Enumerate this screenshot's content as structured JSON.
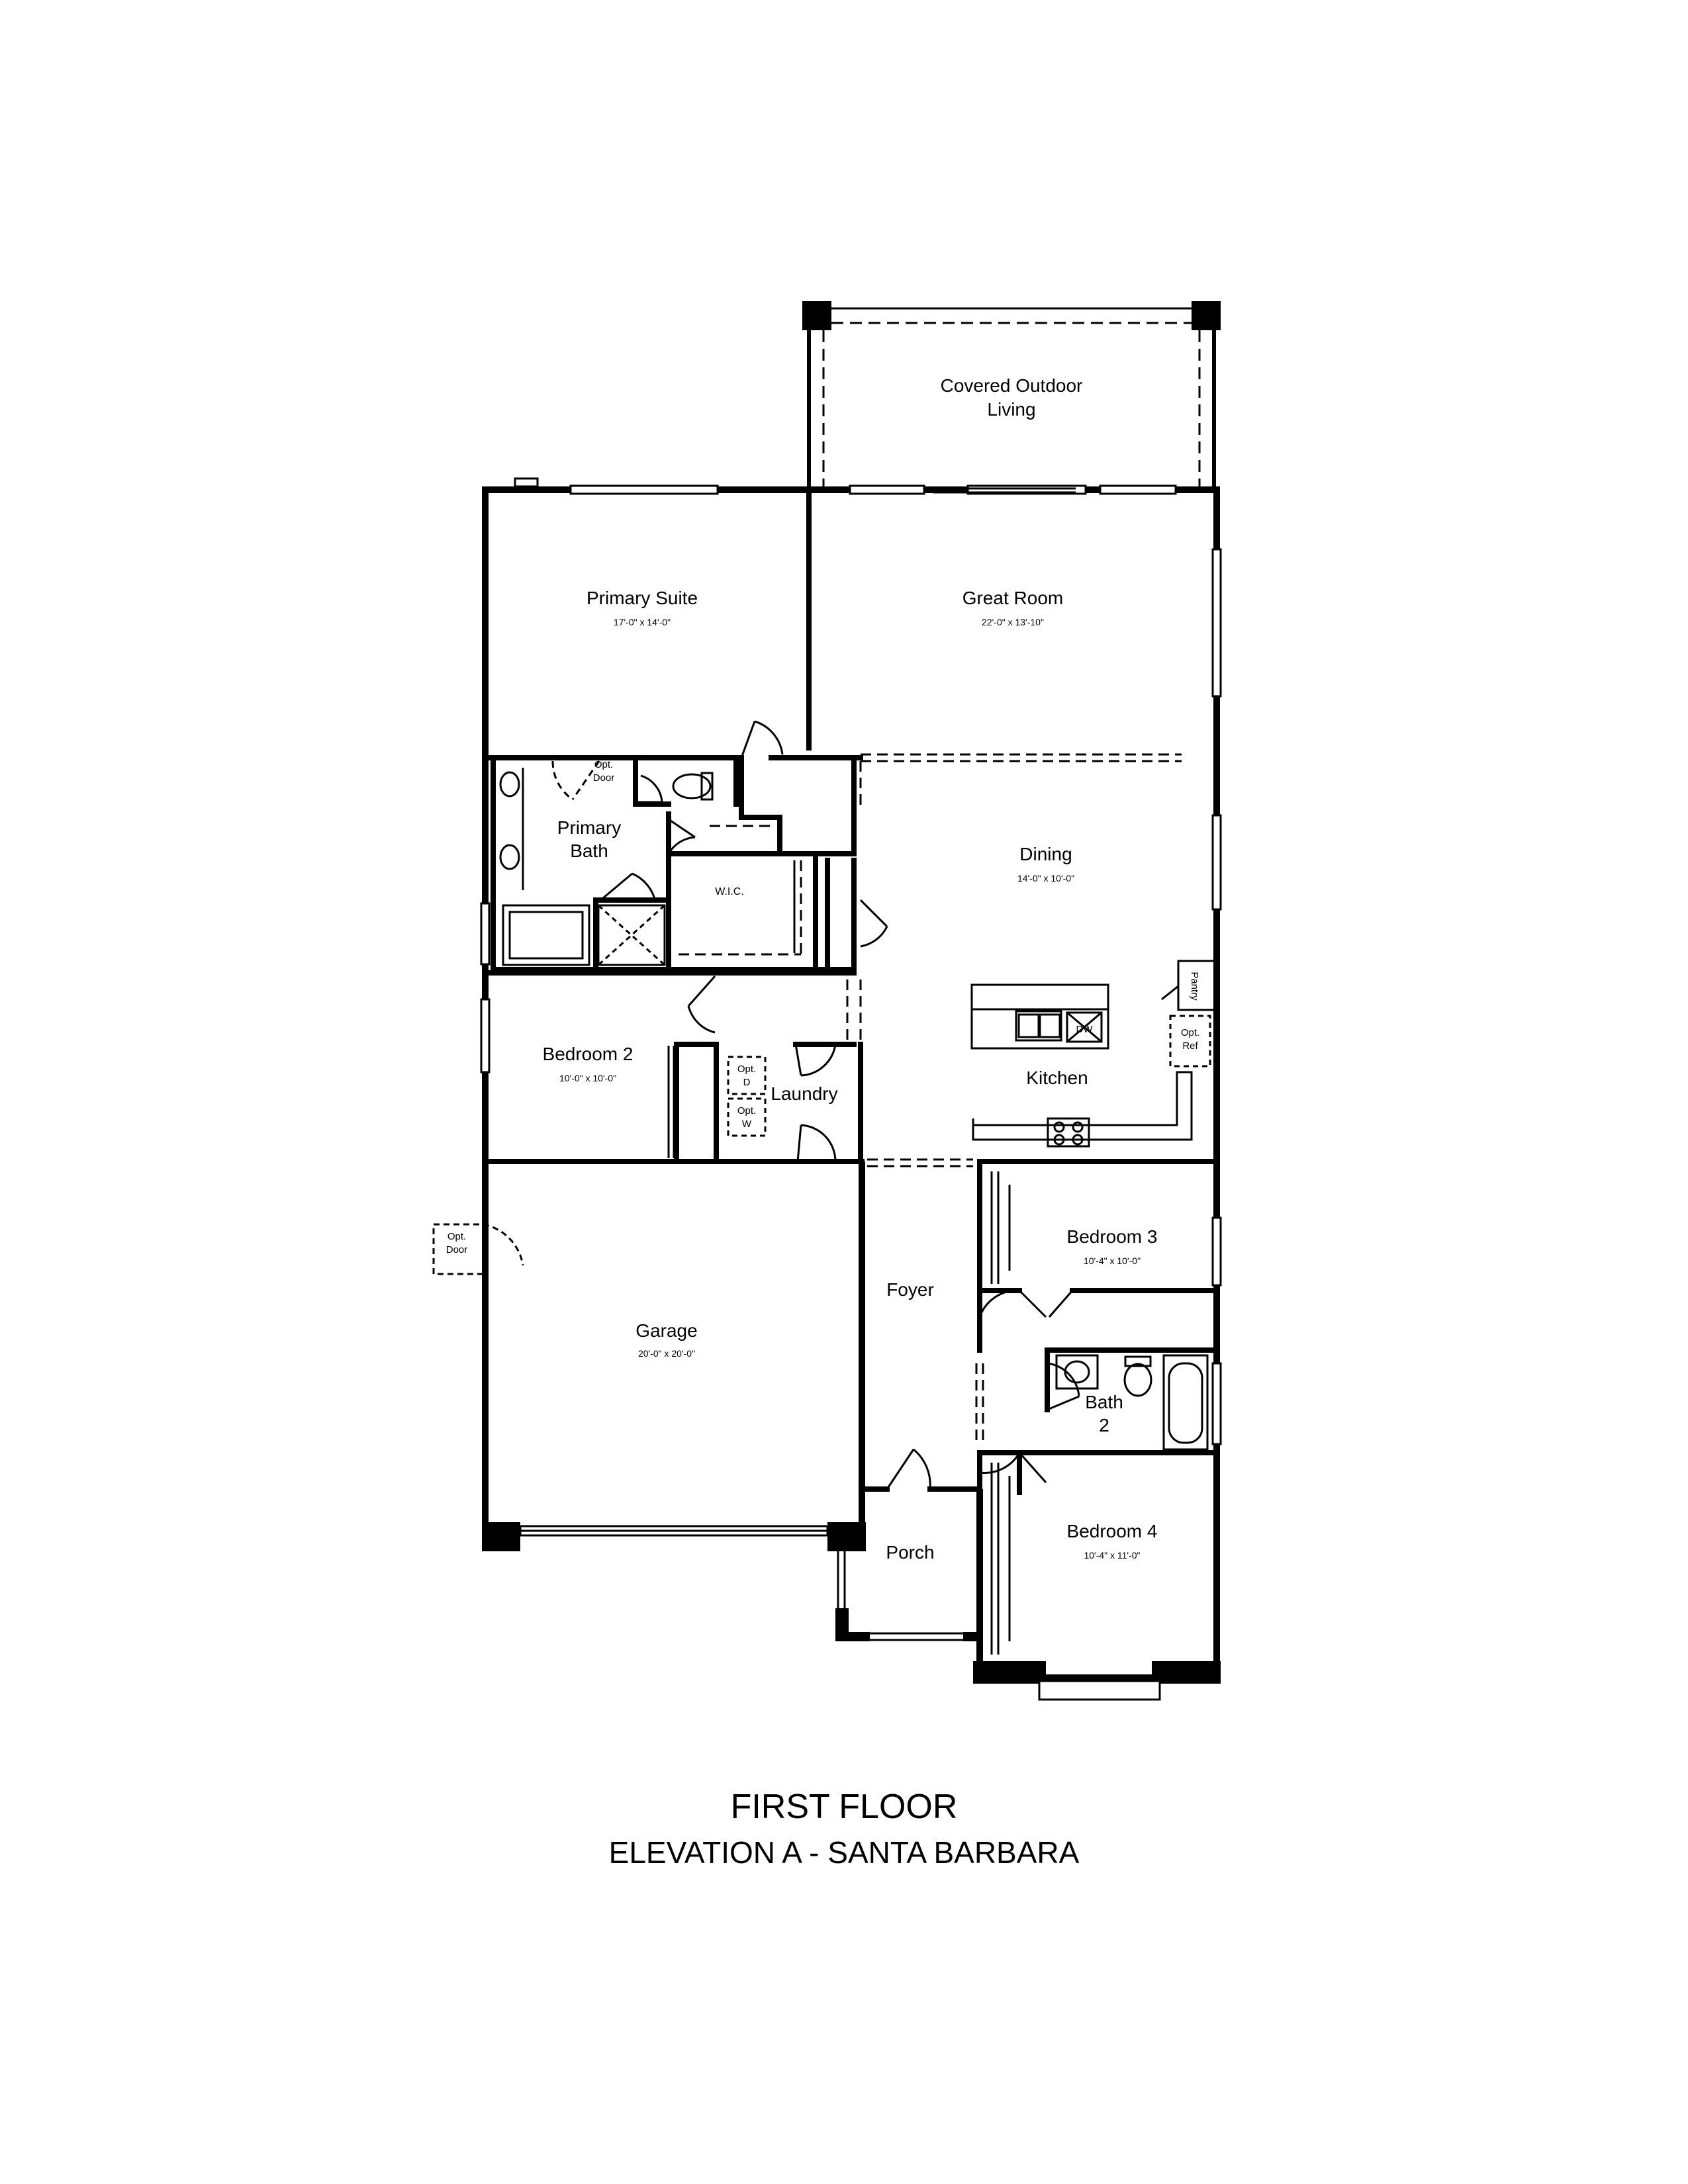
{
  "plan": {
    "rooms": {
      "outdoor": {
        "line1": "Covered Outdoor",
        "line2": "Living"
      },
      "primary_suite": {
        "name": "Primary Suite",
        "dims": "17'-0\" x 14'-0\""
      },
      "great_room": {
        "name": "Great Room",
        "dims": "22'-0\" x 13'-10\""
      },
      "primary_bath": {
        "line1": "Primary",
        "line2": "Bath"
      },
      "wic": {
        "name": "W.I.C."
      },
      "dining": {
        "name": "Dining",
        "dims": "14'-0\" x 10'-0\""
      },
      "kitchen": {
        "name": "Kitchen"
      },
      "bedroom2": {
        "name": "Bedroom 2",
        "dims": "10'-0\" x 10'-0\""
      },
      "laundry": {
        "name": "Laundry"
      },
      "garage": {
        "name": "Garage",
        "dims": "20'-0\" x 20'-0\""
      },
      "foyer": {
        "name": "Foyer"
      },
      "bedroom3": {
        "name": "Bedroom 3",
        "dims": "10'-4\" x 10'-0\""
      },
      "bath2": {
        "line1": "Bath",
        "line2": "2"
      },
      "bedroom4": {
        "name": "Bedroom 4",
        "dims": "10'-4\" x 11'-0\""
      },
      "porch": {
        "name": "Porch"
      }
    },
    "notes": {
      "opt_door_bath": {
        "line1": "Opt.",
        "line2": "Door"
      },
      "opt_door_garage": {
        "line1": "Opt.",
        "line2": "Door"
      },
      "pantry": "Pantry",
      "opt_ref": {
        "line1": "Opt.",
        "line2": "Ref"
      },
      "dw": "DW",
      "opt_d": {
        "line1": "Opt.",
        "line2": "D"
      },
      "opt_w": {
        "line1": "Opt.",
        "line2": "W"
      }
    }
  },
  "caption": {
    "title": "FIRST FLOOR",
    "subtitle": "ELEVATION A - SANTA BARBARA"
  }
}
